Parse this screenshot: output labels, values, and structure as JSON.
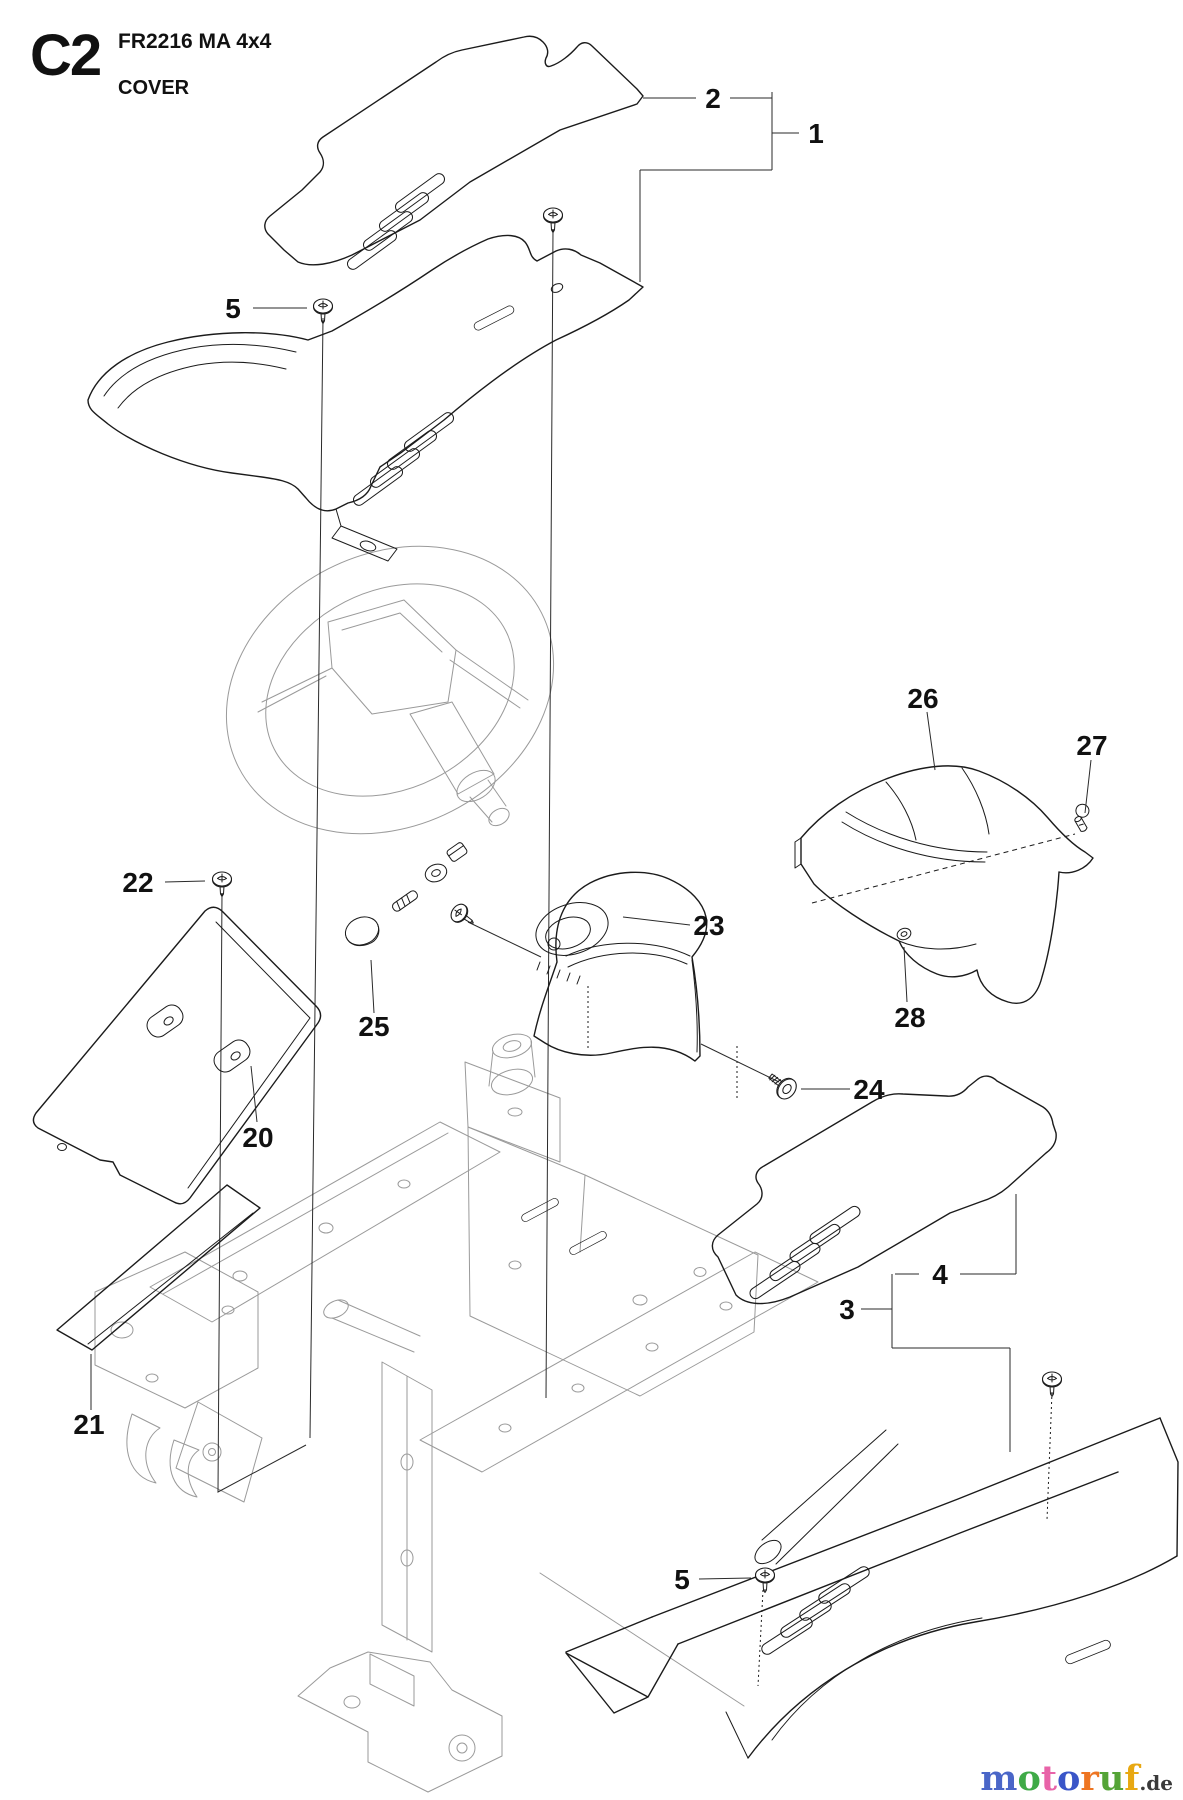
{
  "header": {
    "code": "C2",
    "model": "FR2216 MA 4x4",
    "title": "COVER"
  },
  "callouts": [
    {
      "id": "part-2",
      "label": "2"
    },
    {
      "id": "part-1",
      "label": "1"
    },
    {
      "id": "screw-5-left",
      "label": "5"
    },
    {
      "id": "screw-22",
      "label": "22"
    },
    {
      "id": "panel-20",
      "label": "20"
    },
    {
      "id": "strip-21",
      "label": "21"
    },
    {
      "id": "cap-25",
      "label": "25"
    },
    {
      "id": "console-23",
      "label": "23"
    },
    {
      "id": "screw-24",
      "label": "24"
    },
    {
      "id": "cowl-26",
      "label": "26"
    },
    {
      "id": "pin-27",
      "label": "27"
    },
    {
      "id": "grommet-28",
      "label": "28"
    },
    {
      "id": "part-3",
      "label": "3"
    },
    {
      "id": "part-4",
      "label": "4"
    },
    {
      "id": "screw-5-bottom",
      "label": "5"
    }
  ],
  "logo": {
    "letters": [
      {
        "char": "m",
        "color": "#4a66c8"
      },
      {
        "char": "o",
        "color": "#3faa47"
      },
      {
        "char": "t",
        "color": "#e863a8"
      },
      {
        "char": "o",
        "color": "#3a55c8"
      },
      {
        "char": "r",
        "color": "#ee7522"
      },
      {
        "char": "u",
        "color": "#55a437"
      },
      {
        "char": "f",
        "color": "#e8a812"
      }
    ],
    "suffix": ".de",
    "suffix_color": "#3a3a3a"
  }
}
